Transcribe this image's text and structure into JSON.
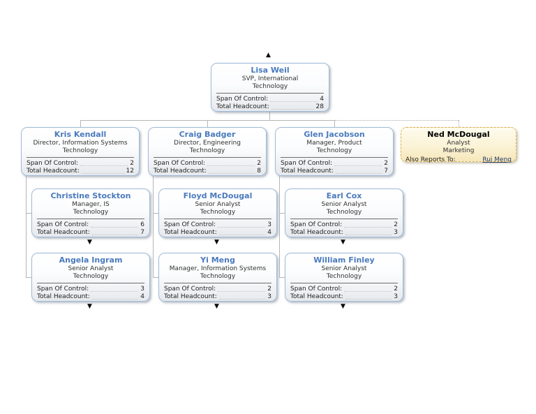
{
  "labels": {
    "span_of_control": "Span Of Control:",
    "total_headcount": "Total Headcount:",
    "also_reports_to": "Also Reports To:"
  },
  "icons": {
    "collapse_up_indicator": "▲",
    "expand_down_indicator": "▼"
  },
  "colors": {
    "node_border": "#a0bad8",
    "node_name_text": "#4a7abd",
    "dotted_node_border": "#d8b254",
    "dotted_node_fill": "#fbf3d6",
    "also_reports_link": "#20386b",
    "connector_line": "#b5b5b5",
    "background": "#ffffff"
  },
  "nodes": [
    {
      "name": "Lisa Weil",
      "title": "SVP, International",
      "dept": "Technology",
      "span": "4",
      "headcount": "28"
    },
    {
      "name": "Kris Kendall",
      "title": "Director, Information Systems",
      "dept": "Technology",
      "span": "2",
      "headcount": "12"
    },
    {
      "name": "Craig Badger",
      "title": "Director, Engineering",
      "dept": "Technology",
      "span": "2",
      "headcount": "8"
    },
    {
      "name": "Glen Jacobson",
      "title": "Manager, Product",
      "dept": "Technology",
      "span": "2",
      "headcount": "7"
    },
    {
      "name": "Ned McDougal",
      "title": "Analyst",
      "dept": "Marketing",
      "also_reports_to": "Rui Meng"
    },
    {
      "name": "Christine Stockton",
      "title": "Manager, IS",
      "dept": "Technology",
      "span": "6",
      "headcount": "7"
    },
    {
      "name": "Floyd McDougal",
      "title": "Senior Analyst",
      "dept": "Technology",
      "span": "3",
      "headcount": "4"
    },
    {
      "name": "Earl Cox",
      "title": "Senior Analyst",
      "dept": "Technology",
      "span": "2",
      "headcount": "3"
    },
    {
      "name": "Angela Ingram",
      "title": "Senior Analyst",
      "dept": "Technology",
      "span": "3",
      "headcount": "4"
    },
    {
      "name": "Yi Meng",
      "title": "Manager, Information Systems",
      "dept": "Technology",
      "span": "2",
      "headcount": "3"
    },
    {
      "name": "William Finley",
      "title": "Senior Analyst",
      "dept": "Technology",
      "span": "2",
      "headcount": "3"
    }
  ]
}
